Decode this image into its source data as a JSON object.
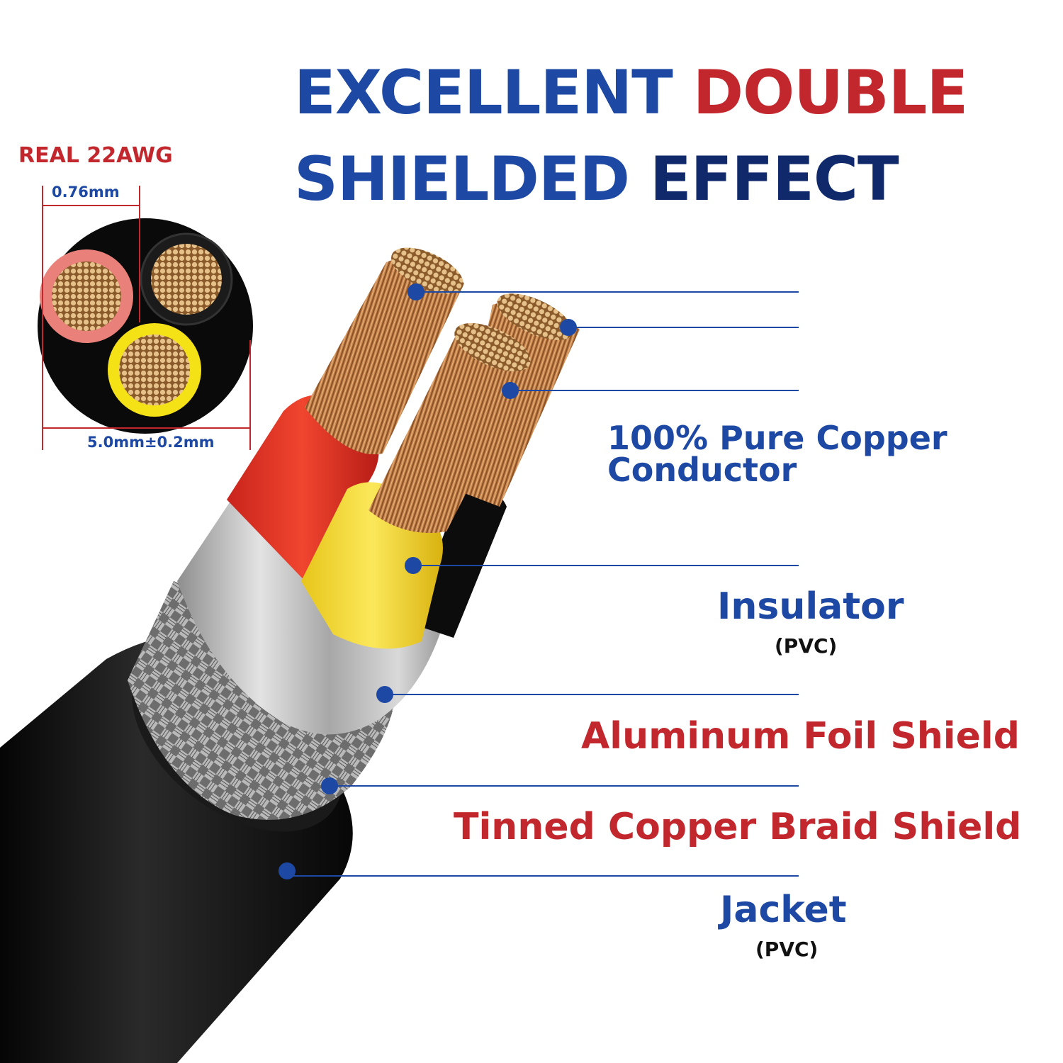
{
  "header": {
    "line1_part1": "EXCELLENT",
    "line1_part2": "DOUBLE",
    "line2_part1": "SHIELDED",
    "line2_part2": "EFFECT"
  },
  "cross_section": {
    "gauge": "REAL 22AWG",
    "conductor_diameter": "0.76mm",
    "outer_diameter": "5.0mm±0.2mm"
  },
  "layers": {
    "conductor": {
      "line1": "100% Pure Copper",
      "line2": "Conductor"
    },
    "insulator": {
      "label": "Insulator",
      "material": "(PVC)"
    },
    "foil": {
      "label": "Aluminum Foil Shield"
    },
    "braid": {
      "label": "Tinned Copper Braid Shield"
    },
    "jacket": {
      "label": "Jacket",
      "material": "(PVC)"
    }
  },
  "colors": {
    "blue": "#1d48a3",
    "red": "#c1272d",
    "navy": "#10296b",
    "copper": "#c98a4e",
    "jacket": "#111111"
  }
}
